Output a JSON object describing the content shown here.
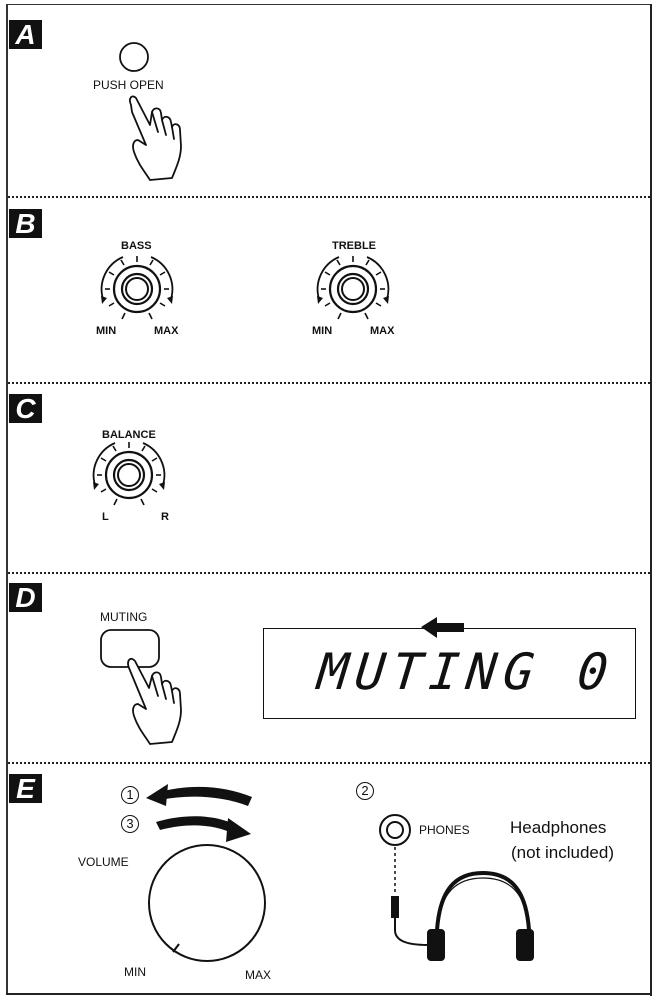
{
  "sections": {
    "a": {
      "letter": "A",
      "push_open_label": "PUSH OPEN"
    },
    "b": {
      "letter": "B",
      "bass_label": "BASS",
      "treble_label": "TREBLE",
      "min_label": "MIN",
      "max_label": "MAX"
    },
    "c": {
      "letter": "C",
      "balance_label": "BALANCE",
      "left_label": "L",
      "right_label": "R"
    },
    "d": {
      "letter": "D",
      "muting_label": "MUTING",
      "display_text": "MUTING 0"
    },
    "e": {
      "letter": "E",
      "step1": "1",
      "step2": "2",
      "step3": "3",
      "volume_label": "VOLUME",
      "min_label": "MIN",
      "max_label": "MAX",
      "phones_label": "PHONES",
      "headphones_line1": "Headphones",
      "headphones_line2": "(not included)"
    }
  }
}
